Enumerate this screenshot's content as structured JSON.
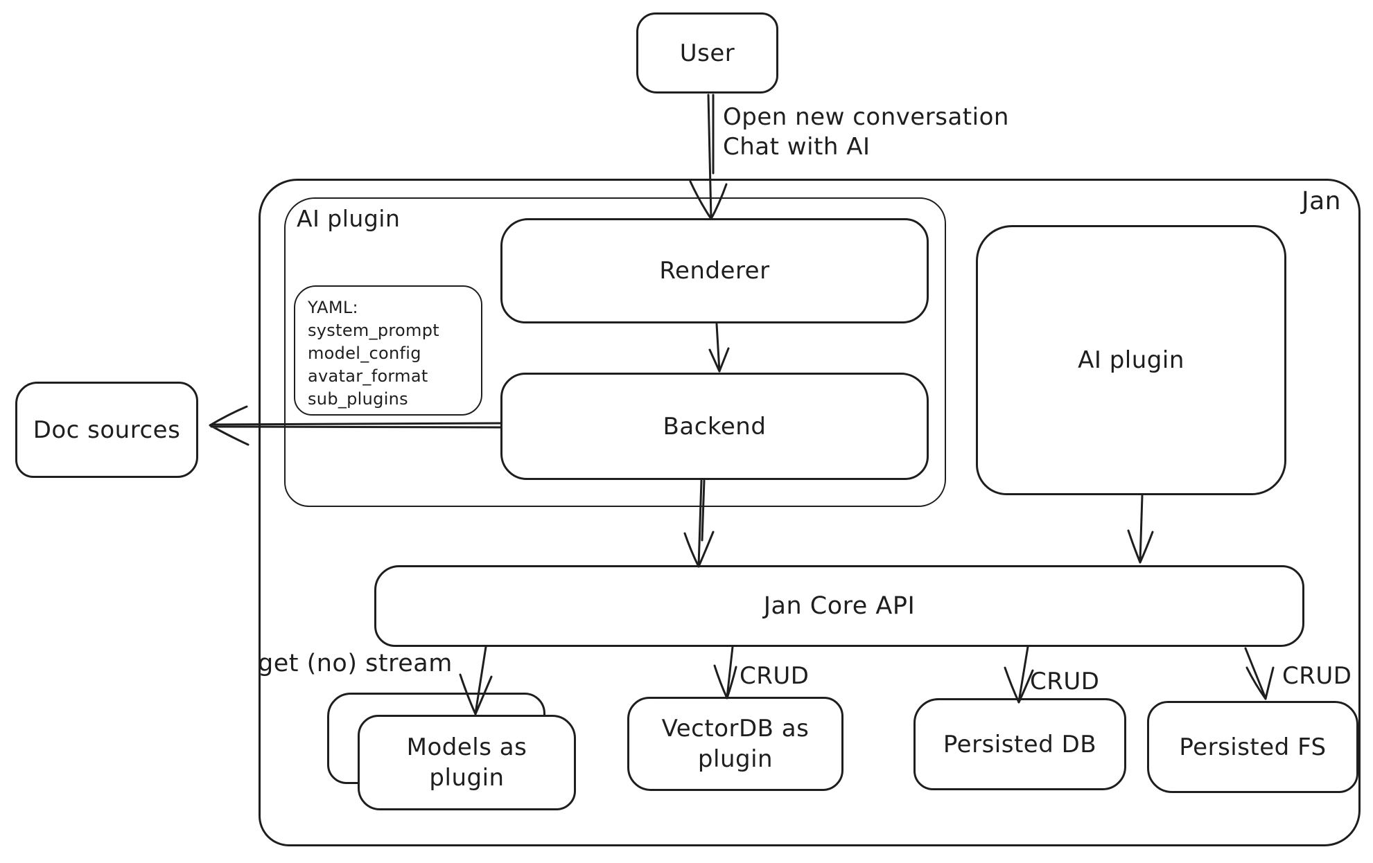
{
  "diagram": {
    "nodes": {
      "user": {
        "label": "User"
      },
      "jan_container": {
        "label": "Jan"
      },
      "ai_plugin_group": {
        "label": "AI plugin"
      },
      "renderer": {
        "label": "Renderer"
      },
      "backend": {
        "label": "Backend"
      },
      "doc_sources": {
        "label": "Doc sources"
      },
      "ai_plugin_right": {
        "label": "AI plugin"
      },
      "jan_core_api": {
        "label": "Jan Core API"
      },
      "models_as_plugin": {
        "label": "Models as plugin"
      },
      "vectordb_as_plugin": {
        "label": "VectorDB as plugin"
      },
      "persisted_db": {
        "label": "Persisted DB"
      },
      "persisted_fs": {
        "label": "Persisted FS"
      }
    },
    "yaml_note": {
      "lines": [
        "YAML:",
        "system_prompt",
        "model_config",
        "avatar_format",
        "sub_plugins"
      ]
    },
    "edge_labels": {
      "user_flow_line1": "Open new conversation",
      "user_flow_line2": "Chat with AI",
      "models_edge": "get (no) stream",
      "vectordb_edge": "CRUD",
      "persisted_db_edge": "CRUD",
      "persisted_fs_edge": "CRUD"
    },
    "colors": {
      "stroke": "#1e1e1e",
      "background": "#ffffff"
    }
  }
}
